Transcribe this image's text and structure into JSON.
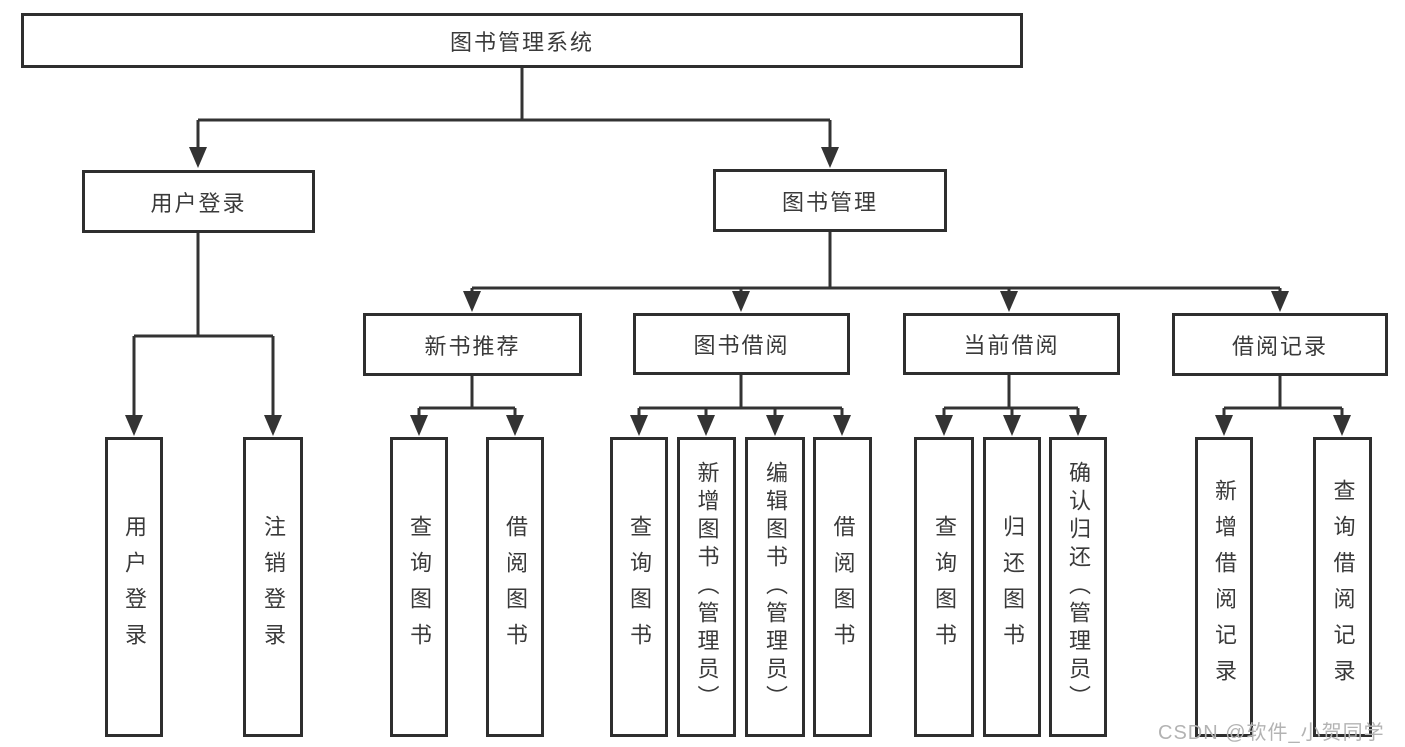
{
  "tree": {
    "root": {
      "label": "图书管理系统",
      "children": [
        {
          "label": "用户登录",
          "children": [
            {
              "label": "用户登录"
            },
            {
              "label": "注销登录"
            }
          ]
        },
        {
          "label": "图书管理",
          "children": [
            {
              "label": "新书推荐",
              "children": [
                {
                  "label": "查询图书"
                },
                {
                  "label": "借阅图书"
                }
              ]
            },
            {
              "label": "图书借阅",
              "children": [
                {
                  "label": "查询图书"
                },
                {
                  "label": "新增图书（管理员）"
                },
                {
                  "label": "编辑图书（管理员）"
                },
                {
                  "label": "借阅图书"
                }
              ]
            },
            {
              "label": "当前借阅",
              "children": [
                {
                  "label": "查询图书"
                },
                {
                  "label": "归还图书"
                },
                {
                  "label": "确认归还（管理员）"
                }
              ]
            },
            {
              "label": "借阅记录",
              "children": [
                {
                  "label": "新增借阅记录"
                },
                {
                  "label": "查询借阅记录"
                }
              ]
            }
          ]
        }
      ]
    }
  },
  "watermark": {
    "text": "CSDN @软件_小贺同学"
  },
  "colors": {
    "line": "#333333",
    "border": "#2e2e2e",
    "text": "#3a3a3a",
    "watermark": "#b3b3b3",
    "background": "#ffffff"
  }
}
